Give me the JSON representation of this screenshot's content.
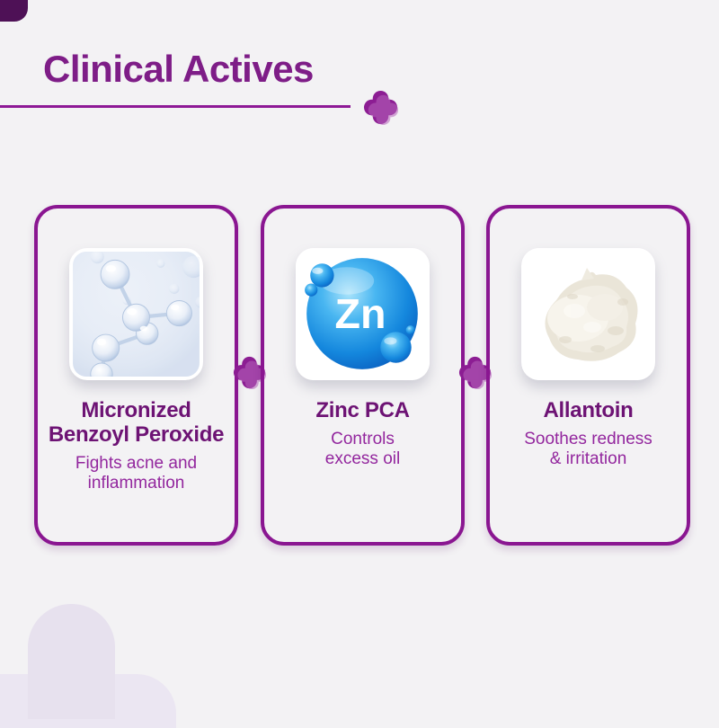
{
  "page": {
    "background_color": "#f3f2f4"
  },
  "header": {
    "title": "Clinical Actives",
    "title_color": "#7e1d87",
    "underline_color": "#8e1996"
  },
  "decorations": {
    "corner_shape_color": "#4e1156",
    "plus_dark_color": "#8c1d93",
    "plus_light_color": "#b665bb",
    "watermark_color": "#e8e2ef"
  },
  "cards": [
    {
      "title_lines": [
        "Micronized",
        "Benzoyl Peroxide"
      ],
      "description_lines": [
        "Fights acne and",
        "inflammation"
      ],
      "image": "molecule-3d-render"
    },
    {
      "title_lines": [
        "Zinc PCA"
      ],
      "description_lines": [
        "Controls",
        "excess oil"
      ],
      "image": "zinc-sphere-3d",
      "element_symbol": "Zn"
    },
    {
      "title_lines": [
        "Allantoin"
      ],
      "description_lines": [
        "Soothes redness",
        "& irritation"
      ],
      "image": "powder-pile"
    }
  ]
}
